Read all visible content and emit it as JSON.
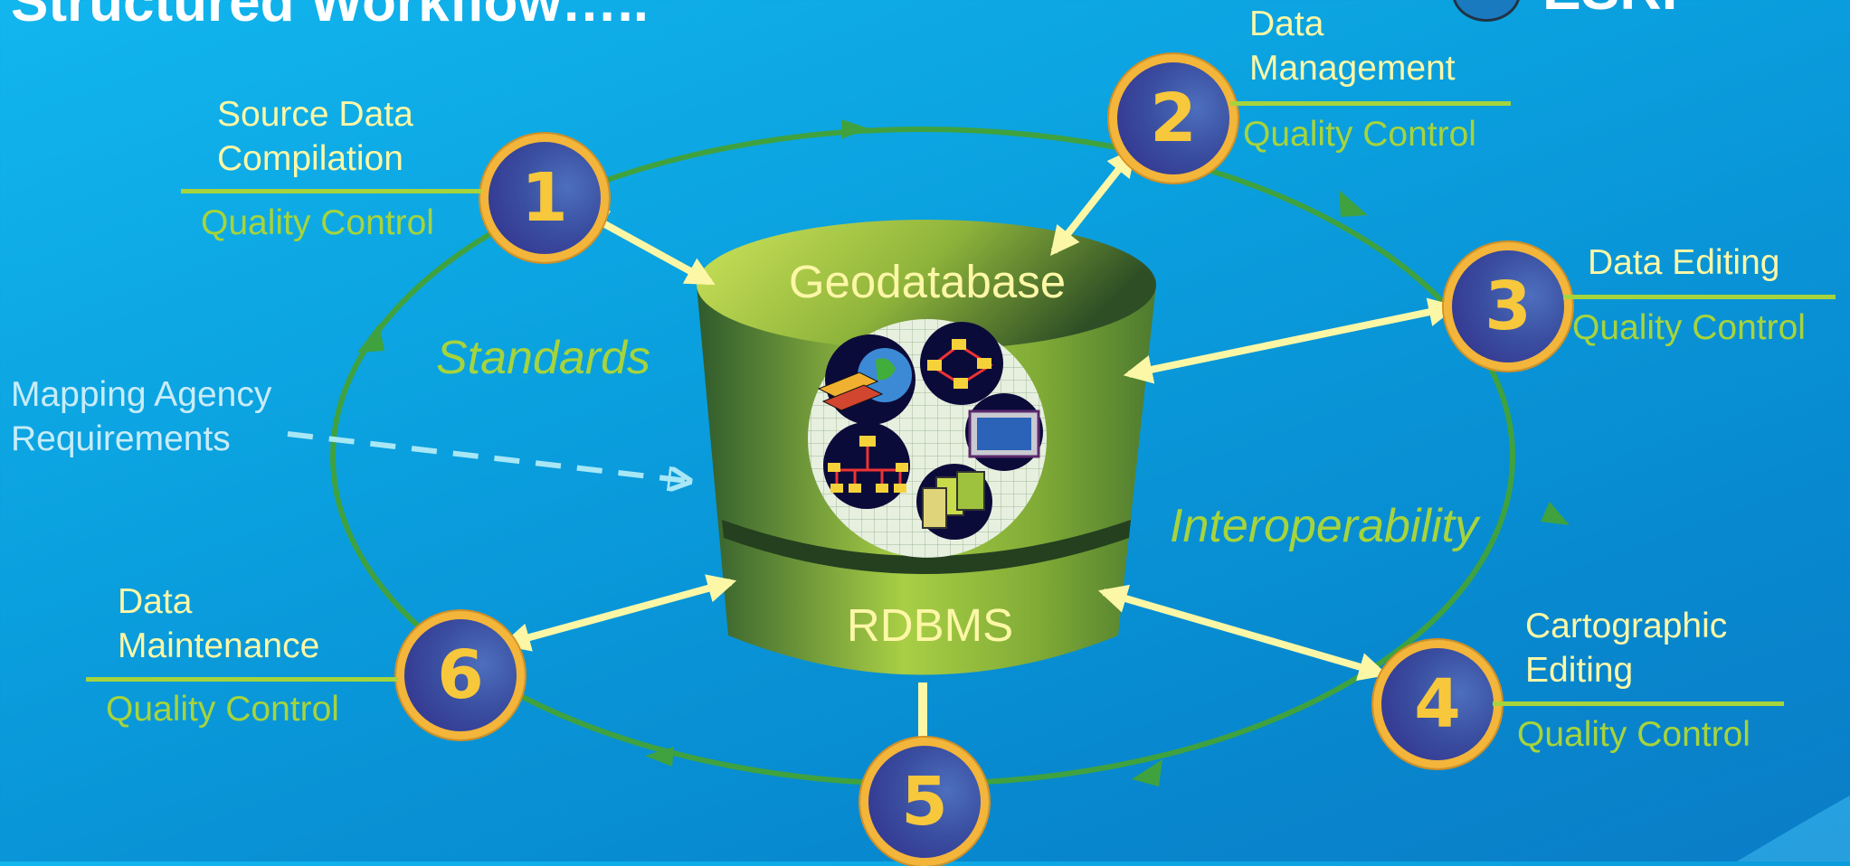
{
  "slide": {
    "title": "Structured Workflow…..",
    "logo_text": "ESRI",
    "colors": {
      "background": "#0a9fde",
      "cycle_arrow": "#3fa23f",
      "connector_arrow": "#fcf7a6",
      "node_ring": "#f3b53a",
      "node_fill": "#3a4ea0",
      "quality_control": "#a6d43c",
      "database": "#8fbd3a"
    }
  },
  "database": {
    "top_label": "Geodatabase",
    "bottom_label": "RDBMS",
    "icons": [
      "globe-layers-icon",
      "network-icon",
      "monitor-screen-icon",
      "hierarchy-icon",
      "map-sheets-icon"
    ]
  },
  "themes": {
    "standards": "Standards",
    "interoperability": "Interoperability"
  },
  "input": {
    "label": "Mapping Agency\nRequirements"
  },
  "stages": [
    {
      "number": "1",
      "label": "Source Data\nCompilation",
      "qc": "Quality Control"
    },
    {
      "number": "2",
      "label": "Data\nManagement",
      "qc": "Quality Control"
    },
    {
      "number": "3",
      "label": "Data Editing",
      "qc": "Quality Control"
    },
    {
      "number": "4",
      "label": "Cartographic\nEditing",
      "qc": "Quality Control"
    },
    {
      "number": "5"
    },
    {
      "number": "6",
      "label": "Data\nMaintenance",
      "qc": "Quality Control"
    }
  ]
}
